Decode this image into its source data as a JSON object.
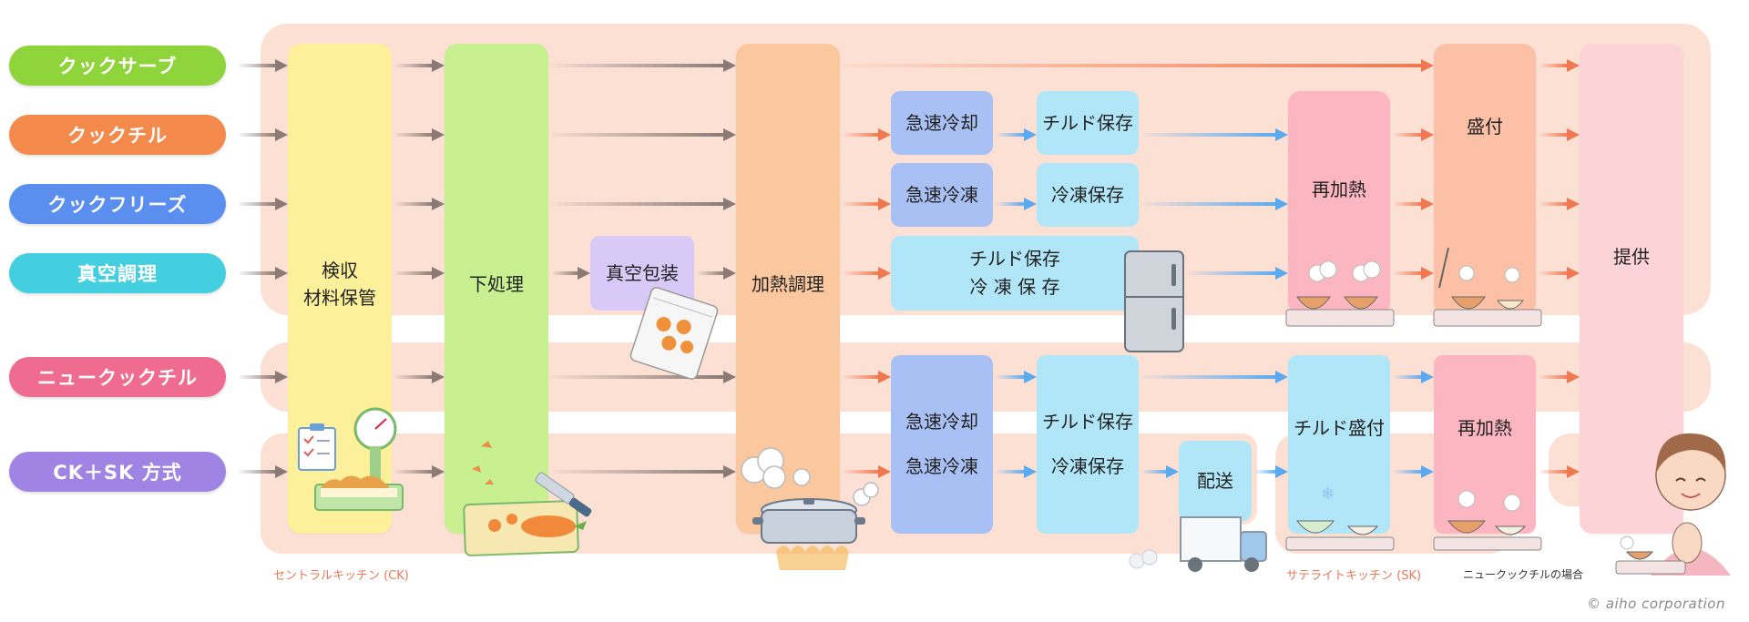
{
  "methods": {
    "cook_serve": "クックサーブ",
    "cook_chill": "クックチル",
    "cook_freeze": "クックフリーズ",
    "vacuum_cook": "真空調理",
    "new_cook_chill": "ニュークックチル",
    "ck_sk": "CK＋SK 方式"
  },
  "columns": {
    "inspection_1": "検収",
    "inspection_2": "材料保管",
    "prep": "下処理",
    "vacuum_pack": "真空包装",
    "heat_cook": "加熱調理",
    "rapid_chill_a": "急速冷却",
    "rapid_freeze_a": "急速冷凍",
    "chilled_storage_a": "チルド保存",
    "frozen_storage_a": "冷凍保存",
    "vac_storage_1": "チルド保存",
    "vac_storage_2": "冷 凍 保 存",
    "reheat_top": "再加熱",
    "plating_top": "盛付",
    "serve": "提供",
    "rapid_chill_b": "急速冷却",
    "rapid_freeze_b": "急速冷凍",
    "chilled_storage_b": "チルド保存",
    "frozen_storage_b": "冷凍保存",
    "delivery": "配送",
    "chilled_plating": "チルド盛付",
    "reheat_bottom": "再加熱"
  },
  "labels": {
    "central_kitchen": "セントラルキッチン (CK)",
    "satellite_kitchen": "サテライトキッチン (SK)",
    "new_cook_chill_case": "ニュークックチルの場合",
    "copyright": "© aiho corporation"
  },
  "colors": {
    "band": "#fde0d4",
    "arrow_gray": "#8a7a76",
    "arrow_orange": "#f07850",
    "arrow_blue": "#5aaaf0",
    "cook_serve": "#8fd43a",
    "cook_chill": "#f3894a",
    "cook_freeze": "#5a8ff0",
    "vacuum_cook": "#43cfe0",
    "new_cook_chill": "#ef6b90",
    "ck_sk": "#9f84e3"
  },
  "icons": [
    "scale-icon",
    "clipboard-icon",
    "cutting-board-icon",
    "vacuum-bag-icon",
    "pot-icon",
    "refrigerator-icon",
    "bowl-tray-icon",
    "truck-icon",
    "person-icon"
  ]
}
